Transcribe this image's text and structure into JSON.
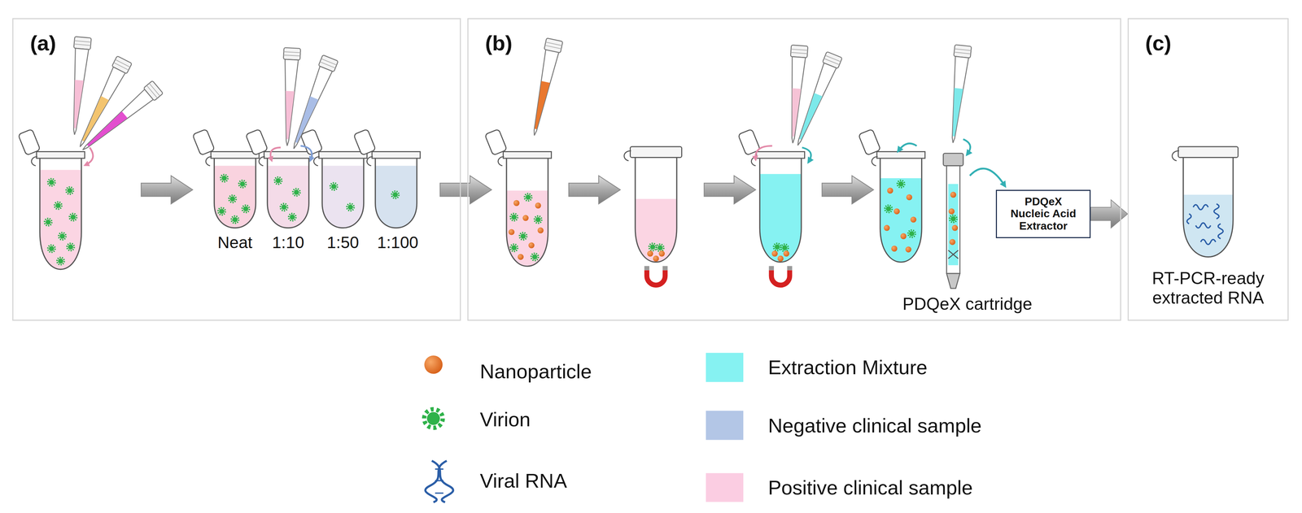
{
  "diagram": {
    "nodes": [
      {
        "text": [
          "(a)"
        ]
      },
      {
        "text": [
          "(b)"
        ]
      },
      {
        "text": [
          "(c)"
        ]
      },
      {
        "text": [
          "PDQeX Nucleic Acid Extractor"
        ],
        "in": 1
      }
    ],
    "edges": [
      {
        "from": 3,
        "to": 2,
        "arrow": "to"
      }
    ],
    "labels": [
      "Neat",
      "1:10",
      "1:50",
      "1:100",
      "PDQeX cartridge",
      "RT-PCR-ready extracted RNA"
    ],
    "legend": [
      {
        "text": "Nanoparticle"
      },
      {
        "text": "Virion"
      },
      {
        "text": "Viral RNA"
      },
      {
        "text": "Extraction Mixture",
        "color": "#86f2f2"
      },
      {
        "text": "Negative clinical sample",
        "color": "#b3c6e6"
      },
      {
        "text": "Positive clinical sample",
        "color": "#fbcde2"
      }
    ]
  }
}
